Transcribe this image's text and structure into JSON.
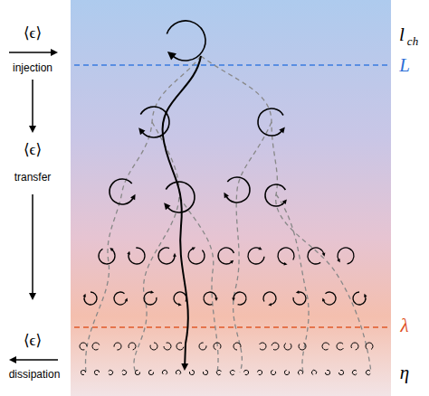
{
  "diagram": {
    "labels": [
      "⟨ϵ⟩",
      "injection",
      "⟨ϵ⟩",
      "transfer",
      "⟨ϵ⟩",
      "dissipation",
      "l",
      "ch",
      "L",
      "λ",
      "η"
    ]
  }
}
